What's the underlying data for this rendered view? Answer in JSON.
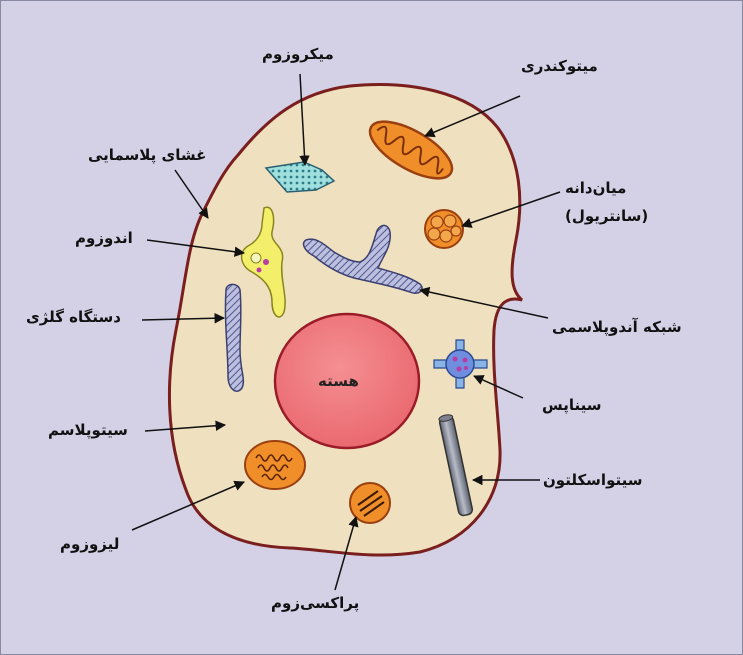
{
  "labels": {
    "microsome": "میکروزوم",
    "mitochondria": "میتوکندری",
    "plasma_membrane": "غشای پلاسمایی",
    "centriole_line1": "میان‌دانه",
    "centriole_line2": "(سانتریول)",
    "endosome": "اندوزوم",
    "golgi": "دستگاه گلژی",
    "endoplasmic_reticulum": "شبکه آندوپلاسمی",
    "nucleus": "هسته",
    "synapse": "سیناپس",
    "cytoplasm": "سیتوپلاسم",
    "cytoskeleton": "سیتواسکلتون",
    "lysosome": "لیزوزوم",
    "peroxisome": "پراکسی‌زوم"
  },
  "colors": {
    "background": "#d4d1e6",
    "cytoplasm": "#efe0bf",
    "membrane": "#7a1e1e",
    "nucleus": "#ee6e74",
    "organelle_orange": "#f08f2a",
    "endosome_yellow": "#f4ef6a"
  }
}
